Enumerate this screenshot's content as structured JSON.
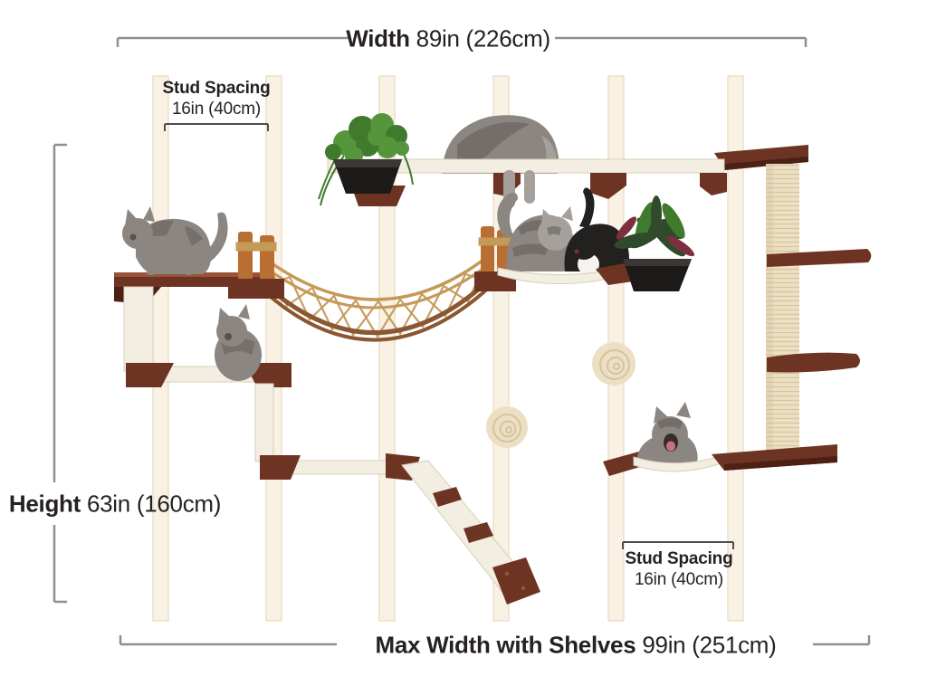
{
  "dimensions": {
    "width": {
      "label": "Width",
      "value": "89in (226cm)"
    },
    "height": {
      "label": "Height",
      "value": "63in (160cm)"
    },
    "max_width": {
      "label": "Max Width with Shelves",
      "value": "99in (251cm)"
    },
    "stud_spacing_top": {
      "label": "Stud Spacing",
      "value": "16in (40cm)"
    },
    "stud_spacing_bottom": {
      "label": "Stud Spacing",
      "value": "16in (40cm)"
    }
  },
  "colors": {
    "text": "#262122",
    "dim-line": "#8f8f8f",
    "bracket-line": "#4e4e4e",
    "mahogany": "#6e3423",
    "mahogany-dark": "#4c2114",
    "mahogany-light": "#9a5238",
    "canvas": "#f3eee2",
    "canvas-edge": "#d8cfba",
    "stud": "#f8f1e4",
    "stud-edge": "#eddfc9",
    "sisal": "#ecdfc4",
    "sisal-line": "#d6c49e",
    "rope": "#c49a58",
    "bridge-wood": "#b86f31",
    "bridge-rail": "#8a5731",
    "cat-gray": "#8b8681",
    "cat-gray-2": "#a5a09b",
    "cat-dark": "#56514d",
    "cat-black": "#232120",
    "cat-white": "#f6f4f0",
    "plant-green": "#55963c",
    "plant-green-2": "#3f7a2d",
    "plant-dark": "#2f4b2b",
    "plant-red": "#7e2f3d",
    "pot": "#1d1b1a",
    "pink": "#c4737f",
    "mouth": "#3a2a28"
  }
}
